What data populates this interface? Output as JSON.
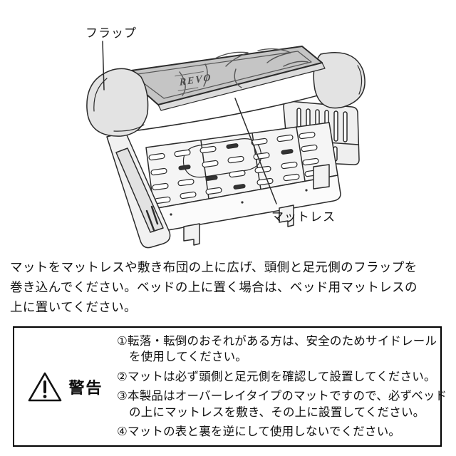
{
  "diagram": {
    "flap_label": "フラップ",
    "mattress_label": "マットレス",
    "mat_brand_text": "REVO"
  },
  "intro": {
    "lines": [
      "マットをマットレスや敷き布団の上に広げ、頭側と足元側のフラップを",
      "巻き込んでください。ベッドの上に置く場合は、ベッド用マットレスの",
      "上に置いてください。"
    ]
  },
  "warning_box": {
    "title": "警告",
    "items": [
      {
        "lines": [
          "①転落・転倒のおそれがある方は、安全のためサイドレール",
          "を使用してください。"
        ]
      },
      {
        "lines": [
          "②マットは必ず頭側と足元側を確認して設置してください。"
        ]
      },
      {
        "lines": [
          "③本製品はオーバーレイタイプのマットですので、必ずベッド",
          "の上にマットレスを敷き、その上に設置してください。"
        ]
      },
      {
        "lines": [
          "④マットの表と裏を逆にして使用しないでください。"
        ]
      }
    ]
  },
  "colors": {
    "mat_top": "#c5c5c5",
    "flap": "#e3e3e3",
    "mattress": "#ffffff",
    "frame": "#f3f3f3",
    "outline": "#2b2b2b",
    "text": "#101010"
  }
}
